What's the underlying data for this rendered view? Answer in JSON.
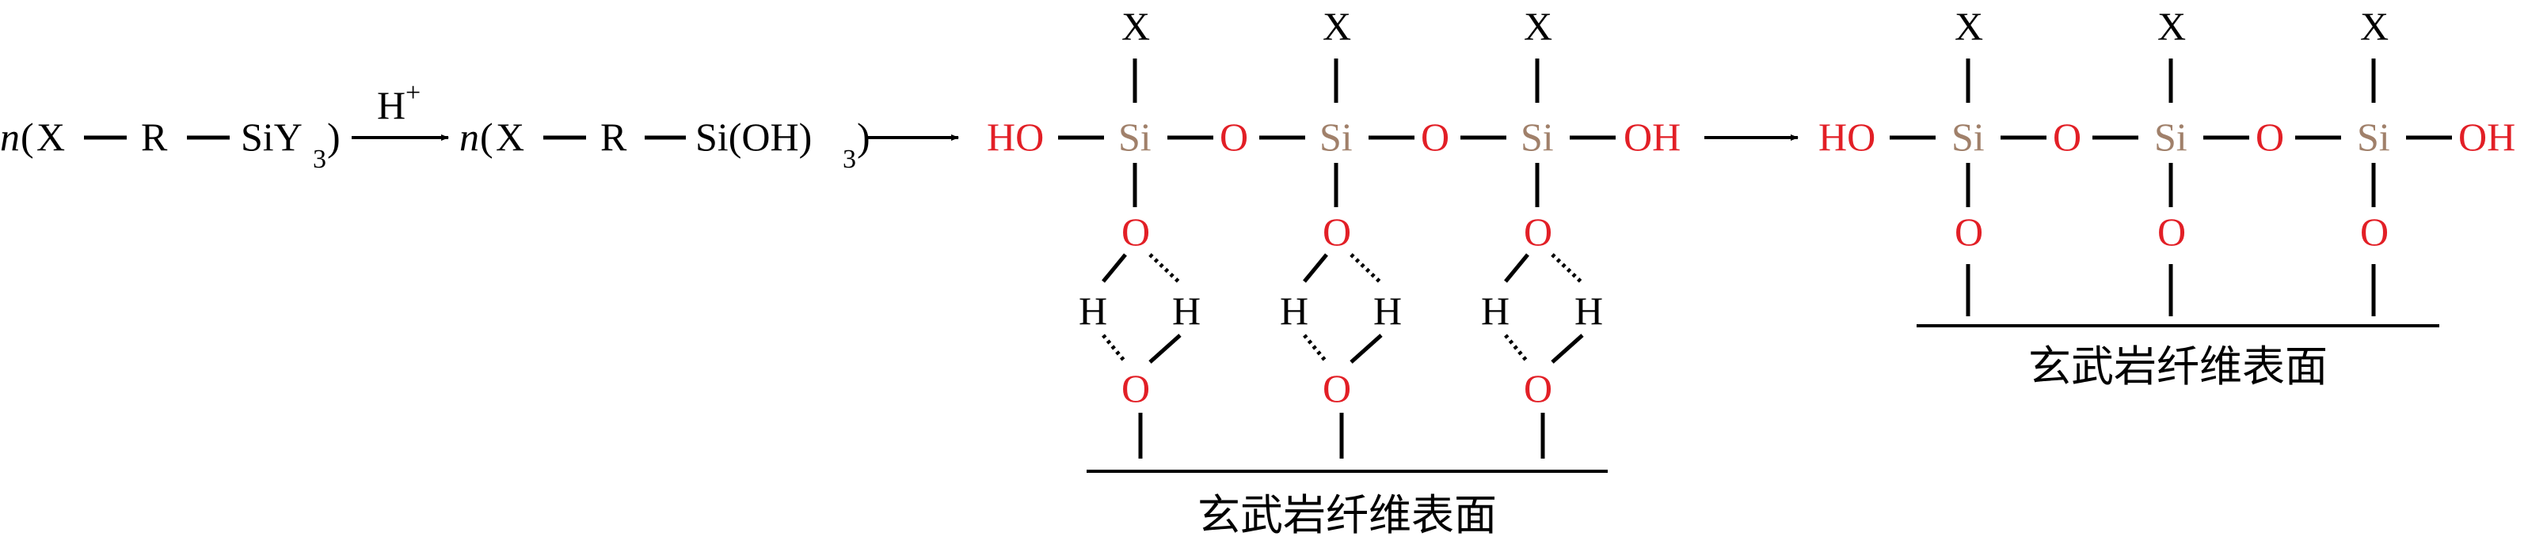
{
  "colors": {
    "oxygen": "#e21f26",
    "silicon": "#a0806a",
    "text": "#000000"
  },
  "step1": {
    "n": "n",
    "paren_open": "(",
    "x": "X",
    "r": "R",
    "siy": "SiY",
    "sub3": "3",
    "paren_close": ")"
  },
  "catalyst": {
    "h": "H",
    "plus": "+"
  },
  "step2": {
    "n": "n",
    "paren_open": "(",
    "x": "X",
    "r": "R",
    "sioh": "Si(OH)",
    "sub3": "3",
    "paren_close": ")"
  },
  "silanol_chain": {
    "substituent": "X",
    "silicon": "Si",
    "bridge_oxygen": "O",
    "end_left": "HO",
    "end_right": "OH",
    "pendant_oxygen": "O",
    "hydrogen": "H",
    "surface_oxygen": "O",
    "surface_label": "玄武岩纤维表面"
  },
  "grafted_chain": {
    "substituent": "X",
    "silicon": "Si",
    "bridge_oxygen": "O",
    "end_left": "HO",
    "end_right": "OH",
    "pendant_oxygen": "O",
    "surface_label": "玄武岩纤维表面"
  }
}
